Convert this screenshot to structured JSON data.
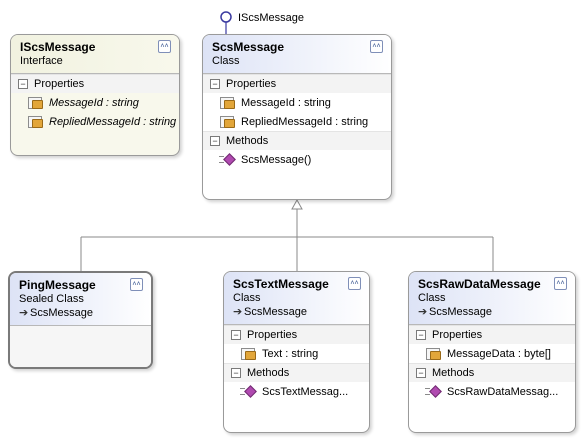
{
  "lollipop_label": "IScsMessage",
  "boxes": {
    "iscs": {
      "title": "IScsMessage",
      "stereotype": "Interface",
      "sections": {
        "properties": "Properties",
        "members": [
          "MessageId : string",
          "RepliedMessageId : string"
        ]
      }
    },
    "scs": {
      "title": "ScsMessage",
      "stereotype": "Class",
      "sections": {
        "properties": "Properties",
        "prop_members": [
          "MessageId : string",
          "RepliedMessageId : string"
        ],
        "methods": "Methods",
        "method_members": [
          "ScsMessage()"
        ]
      }
    },
    "ping": {
      "title": "PingMessage",
      "stereotype": "Sealed Class",
      "base": "ScsMessage"
    },
    "text": {
      "title": "ScsTextMessage",
      "stereotype": "Class",
      "base": "ScsMessage",
      "sections": {
        "properties": "Properties",
        "prop_members": [
          "Text : string"
        ],
        "methods": "Methods",
        "method_members": [
          "ScsTextMessag..."
        ]
      }
    },
    "raw": {
      "title": "ScsRawDataMessage",
      "stereotype": "Class",
      "base": "ScsMessage",
      "sections": {
        "properties": "Properties",
        "prop_members": [
          "MessageData : byte[]"
        ],
        "methods": "Methods",
        "method_members": [
          "ScsRawDataMessag..."
        ]
      }
    }
  },
  "icons": {
    "collapse": "double-chevron-up-icon",
    "section_toggle": "minus-box-icon",
    "property": "property-icon",
    "method": "method-icon",
    "inheritance": "inherits-arrow-icon"
  },
  "colors": {
    "header_gradient_start": "#dde3f6",
    "interface_background": "#f8f8ec",
    "connector": "#8a8a8a",
    "method_icon": "#b04ab0",
    "property_icon": "#e2a63a"
  }
}
